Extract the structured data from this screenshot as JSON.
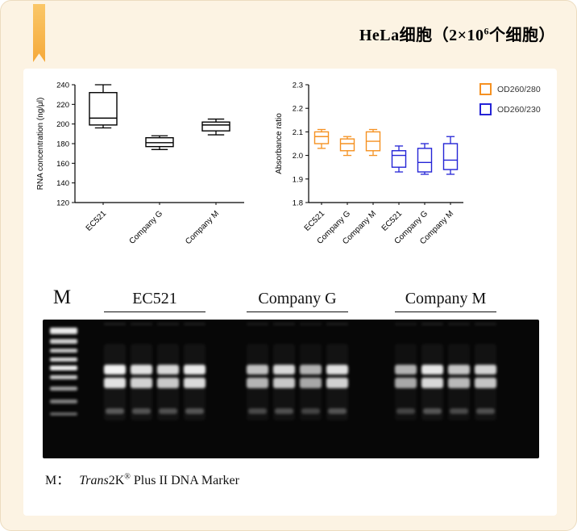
{
  "page": {
    "bg": "#fcf3e3",
    "panel_bg": "#ffffff",
    "accent_color": "#f5a93a"
  },
  "header": {
    "title_prefix": "HeLa细胞（2×10",
    "title_sup": "6",
    "title_suffix": "个细胞）"
  },
  "chart_data": [
    {
      "type": "box",
      "title": "",
      "xlabel": "",
      "ylabel": "RNA concentration (ng/μl)",
      "ylim": [
        120,
        240
      ],
      "yticks": [
        120,
        140,
        160,
        180,
        200,
        220,
        240
      ],
      "categories": [
        "EC521",
        "Company G",
        "Company M"
      ],
      "grid": false,
      "series": [
        {
          "name": "RNA concentration",
          "color": "#000000",
          "boxes": [
            {
              "category": "EC521",
              "min": 196,
              "q1": 199,
              "median": 206,
              "q3": 232,
              "max": 240
            },
            {
              "category": "Company G",
              "min": 174,
              "q1": 177,
              "median": 181,
              "q3": 186,
              "max": 188
            },
            {
              "category": "Company M",
              "min": 189,
              "q1": 193,
              "median": 199,
              "q3": 202,
              "max": 205
            }
          ]
        }
      ]
    },
    {
      "type": "box",
      "title": "",
      "xlabel": "",
      "ylabel": "Absorbance ratio",
      "ylim": [
        1.8,
        2.3
      ],
      "yticks": [
        1.8,
        1.9,
        2.0,
        2.1,
        2.2,
        2.3
      ],
      "ytick_labels": [
        "1.8",
        "1.9",
        "2.0",
        "2.1",
        "2.2",
        "2.3"
      ],
      "categories": [
        "EC521",
        "Company G",
        "Company M",
        "EC521",
        "Company G",
        "Company M"
      ],
      "grid": false,
      "legend_position": "right",
      "legend": [
        {
          "label": "OD260/280",
          "color": "#F59121"
        },
        {
          "label": "OD260/230",
          "color": "#2424D6"
        }
      ],
      "series": [
        {
          "name": "OD260/280",
          "color": "#F59121",
          "boxes": [
            {
              "category": "EC521",
              "min": 2.03,
              "q1": 2.05,
              "median": 2.08,
              "q3": 2.1,
              "max": 2.11
            },
            {
              "category": "Company G",
              "min": 2.0,
              "q1": 2.02,
              "median": 2.05,
              "q3": 2.07,
              "max": 2.08
            },
            {
              "category": "Company M",
              "min": 2.0,
              "q1": 2.02,
              "median": 2.06,
              "q3": 2.1,
              "max": 2.11
            }
          ]
        },
        {
          "name": "OD260/230",
          "color": "#2424D6",
          "boxes": [
            {
              "category": "EC521",
              "min": 1.93,
              "q1": 1.95,
              "median": 2.0,
              "q3": 2.02,
              "max": 2.04
            },
            {
              "category": "Company G",
              "min": 1.92,
              "q1": 1.93,
              "median": 1.97,
              "q3": 2.03,
              "max": 2.05
            },
            {
              "category": "Company M",
              "min": 1.92,
              "q1": 1.94,
              "median": 1.98,
              "q3": 2.05,
              "max": 2.08
            }
          ]
        }
      ]
    }
  ],
  "gel": {
    "marker_label": "M",
    "groups": [
      {
        "label": "EC521",
        "lane_intensities": [
          1.0,
          0.92,
          0.88,
          0.96
        ]
      },
      {
        "label": "Company G",
        "lane_intensities": [
          0.78,
          0.88,
          0.72,
          0.92
        ]
      },
      {
        "label": "Company M",
        "lane_intensities": [
          0.72,
          0.95,
          0.8,
          0.86
        ]
      }
    ],
    "caption": {
      "prefix": "M：",
      "italic": "Trans",
      "mid": "2K",
      "sup": "®",
      "rest": " Plus II DNA Marker"
    }
  }
}
